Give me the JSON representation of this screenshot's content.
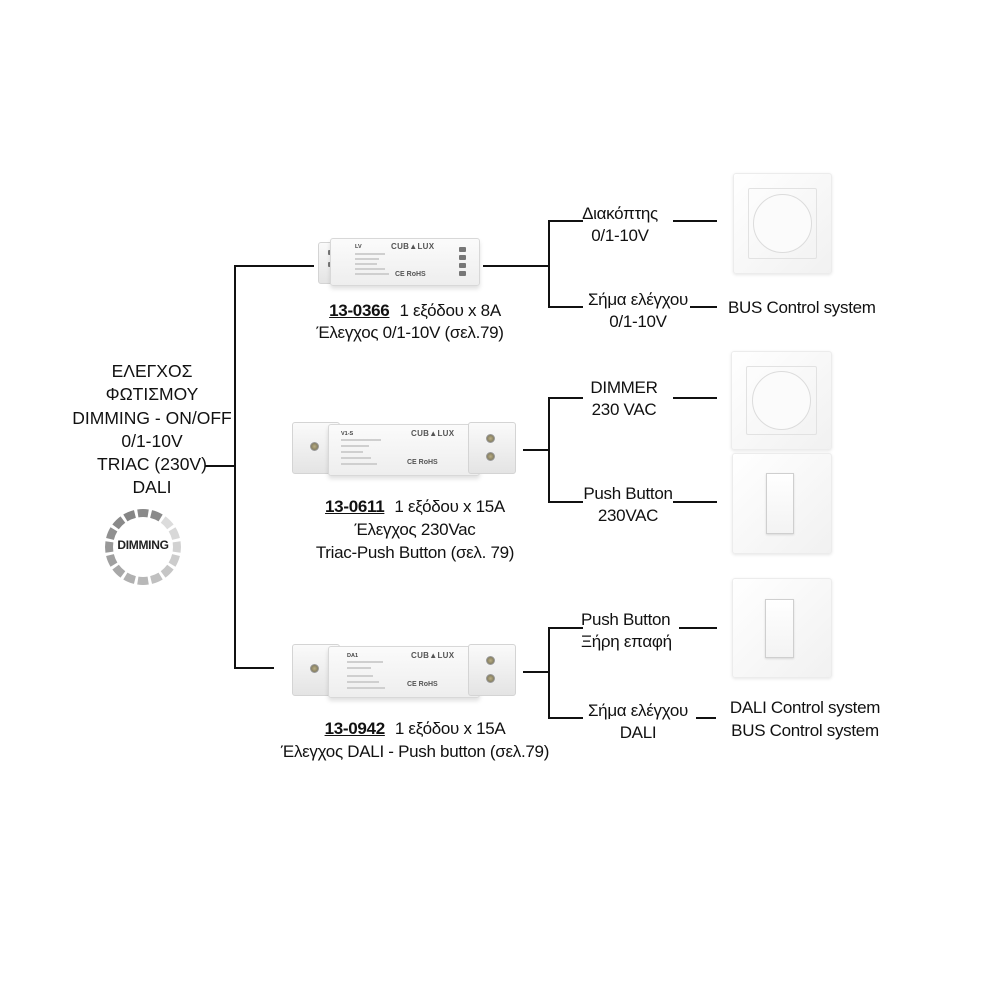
{
  "root": {
    "lines": [
      "ΕΛΕΓΧΟΣ",
      "ΦΩΤΙΣΜΟΥ",
      "DIMMING - ON/OFF",
      "0/1-10V",
      "TRIAC (230V)",
      "DALI"
    ],
    "badge_label": "DIMMING"
  },
  "devices": [
    {
      "code": "13-0366",
      "line1_rest": "1 εξόδου x 8A",
      "line2": "Έλεγχος 0/1-10V (σελ.79)",
      "line3": "",
      "brand": "CUB▲LUX",
      "model": "LV",
      "mark": "CE RoHS"
    },
    {
      "code": "13-0611",
      "line1_rest": "1 εξόδου x 15A",
      "line2": "Έλεγχος 230Vac",
      "line3": "Triac-Push Button (σελ. 79)",
      "brand": "CUB▲LUX",
      "model": "V1-S",
      "mark": "CE RoHS"
    },
    {
      "code": "13-0942",
      "line1_rest": "1 εξόδου x 15A",
      "line2": "Έλεγχος DALI - Push button (σελ.79)",
      "line3": "",
      "brand": "CUB▲LUX",
      "model": "DA1",
      "mark": "CE RoHS"
    }
  ],
  "controls": [
    {
      "line1": "Διακόπτης",
      "line2": "0/1-10V",
      "target": "dimmer-plate"
    },
    {
      "line1": "Σήμα ελέγχου",
      "line2": "0/1-10V",
      "target_text": "BUS Control system"
    },
    {
      "line1": "DIMMER",
      "line2": "230 VAC",
      "target": "dimmer-plate"
    },
    {
      "line1": "Push Button",
      "line2": "230VAC",
      "target": "push-button-plate"
    },
    {
      "line1": "Push Button",
      "line2": "Ξήρη επαφή",
      "target": "push-button-plate"
    },
    {
      "line1": "Σήμα ελέγχου",
      "line2": "DALI",
      "target_text_1": "DALI Control system",
      "target_text_2": "BUS Control system"
    }
  ],
  "colors": {
    "line": "#111111",
    "background": "#ffffff",
    "ring_dark": "#7a7a7a",
    "ring_light": "#d6d6d6"
  }
}
